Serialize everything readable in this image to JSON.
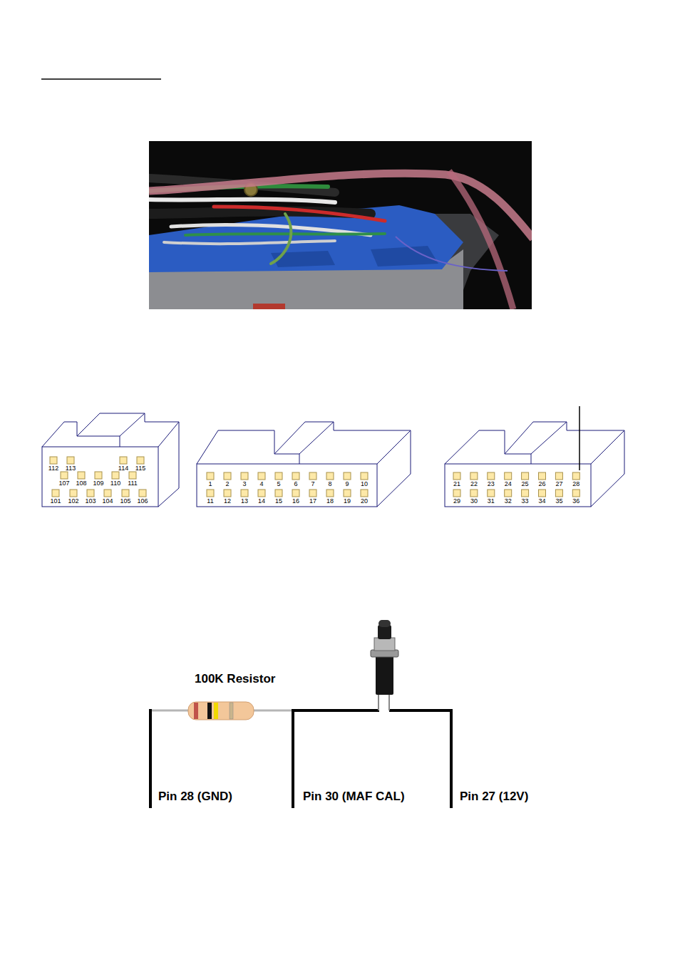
{
  "diagram": {
    "labels": [
      "112",
      "113",
      "114",
      "115",
      "107",
      "108",
      "109",
      "110",
      "111",
      "101",
      "102",
      "103",
      "104",
      "105",
      "106",
      "1",
      "2",
      "3",
      "4",
      "5",
      "6",
      "7",
      "8",
      "9",
      "10",
      "11",
      "12",
      "13",
      "14",
      "15",
      "16",
      "17",
      "18",
      "19",
      "20",
      "21",
      "22",
      "23",
      "24",
      "25",
      "26",
      "27",
      "28",
      "29",
      "30",
      "31",
      "32",
      "33",
      "34",
      "35",
      "36",
      "100K Resistor",
      "Pin 28 (GND)",
      "Pin 30 (MAF CAL)",
      "Pin 27 (12V)"
    ]
  }
}
